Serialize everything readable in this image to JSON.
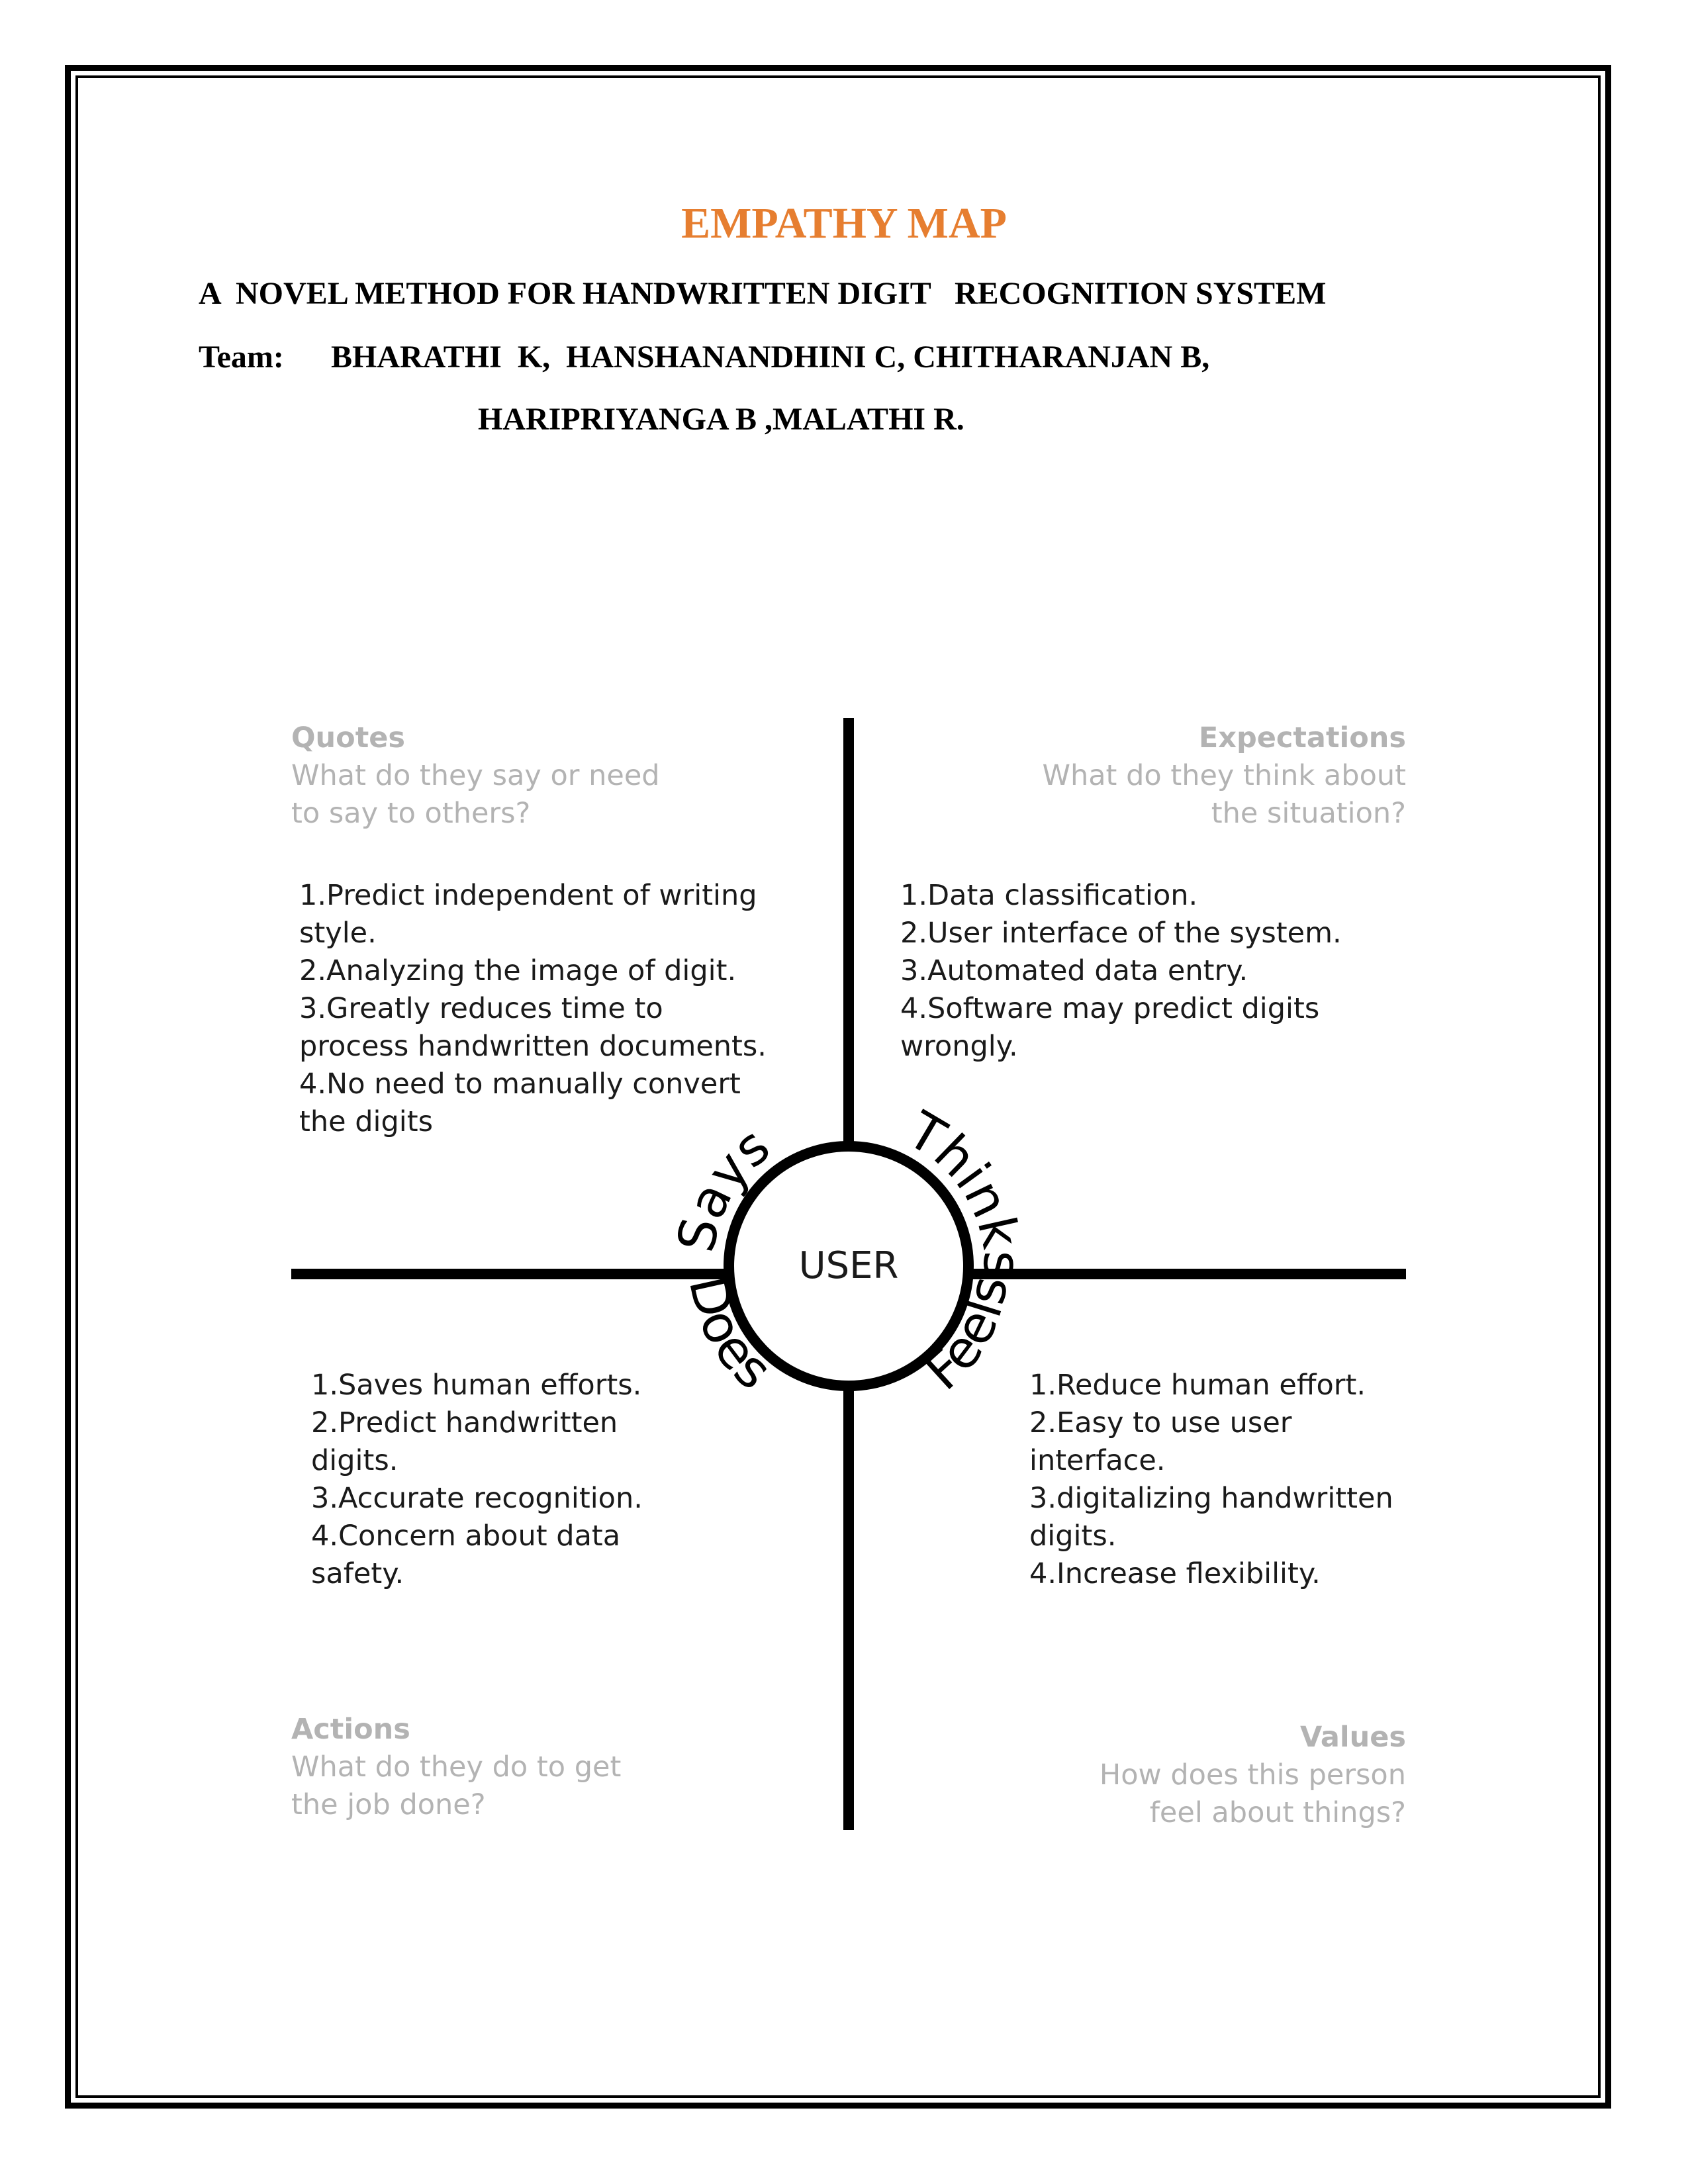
{
  "title": "EMPATHY MAP",
  "subtitle": "A  NOVEL METHOD FOR HANDWRITTEN DIGIT   RECOGNITION SYSTEM",
  "team": {
    "label": "Team:",
    "line1": "BHARATHI  K,  HANSHANANDHINI C, CHITHARANJAN B,",
    "line2": "HARIPRIYANGA B ,MALATHI R."
  },
  "center": "USER",
  "ring_labels": {
    "says": "Says",
    "thinks": "Thinks",
    "does": "Does",
    "feels": "Feels"
  },
  "quadrants": {
    "quotes": {
      "heading": "Quotes",
      "prompt": [
        "What do they say or need",
        "to say to others?"
      ],
      "items": [
        "1.Predict independent of writing",
        "style.",
        "2.Analyzing the image of digit.",
        "3.Greatly reduces time to",
        "process handwritten documents.",
        "4.No need to manually convert",
        "the digits"
      ]
    },
    "expectations": {
      "heading": "Expectations",
      "prompt": [
        "What do they think about",
        "the situation?"
      ],
      "items": [
        "1.Data classification.",
        "2.User interface of the system.",
        "3.Automated data entry.",
        "4.Software may predict digits",
        "wrongly."
      ]
    },
    "actions": {
      "heading": "Actions",
      "prompt": [
        "What do they do to get",
        "the job done?"
      ],
      "items": [
        "1.Saves human efforts.",
        "2.Predict handwritten",
        "digits.",
        "3.Accurate recognition.",
        "4.Concern about data",
        "safety."
      ]
    },
    "values": {
      "heading": "Values",
      "prompt": [
        "How does this person",
        "feel about things?"
      ],
      "items": [
        "1.Reduce human effort.",
        "2.Easy to use user",
        "interface.",
        "3.digitalizing handwritten",
        "digits.",
        "4.Increase flexibility."
      ]
    }
  }
}
